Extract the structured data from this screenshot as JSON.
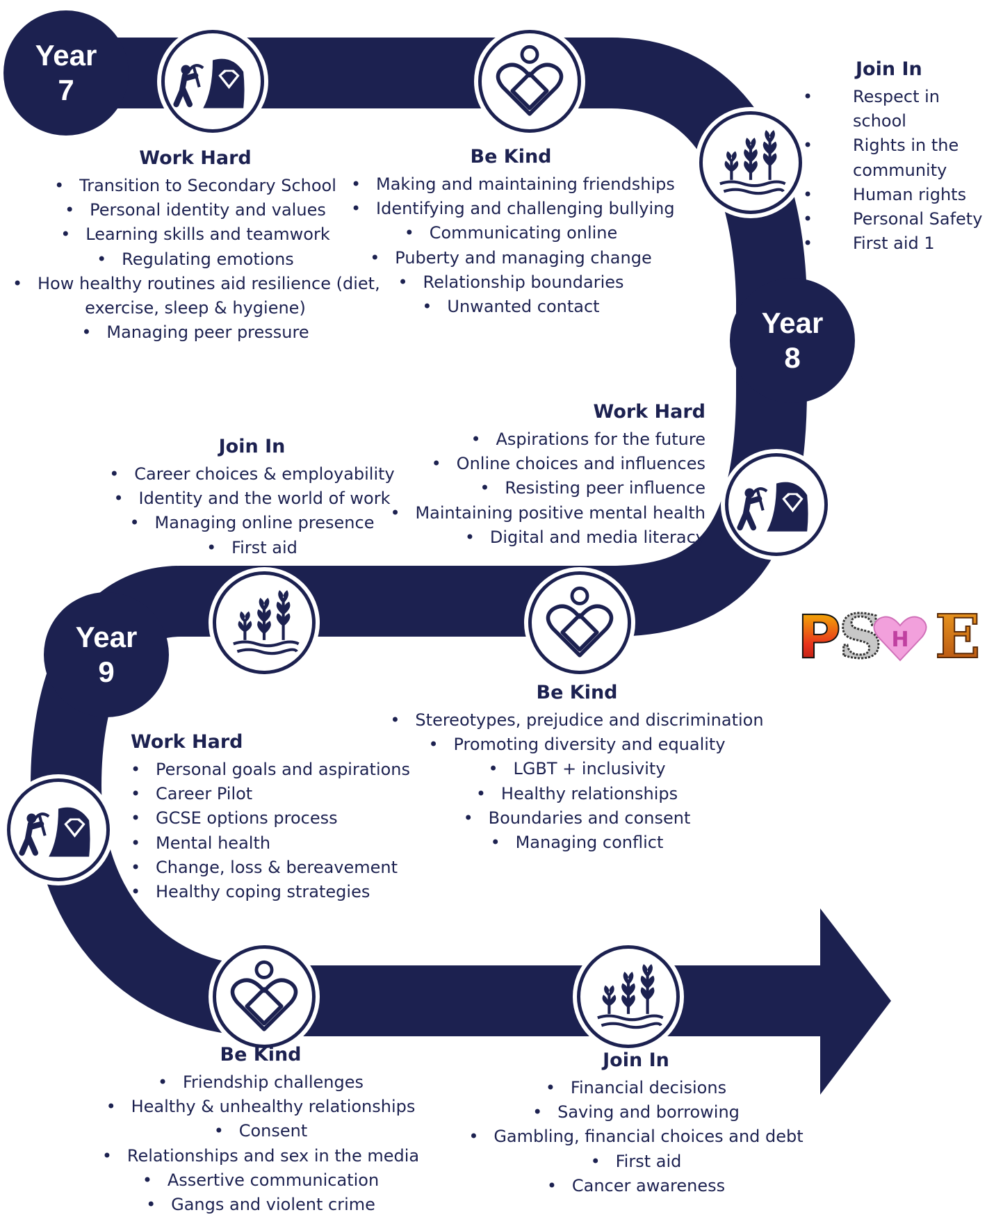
{
  "colors": {
    "road": "#1c2150",
    "text": "#1c2150",
    "background": "#ffffff"
  },
  "icons": {
    "work_hard": "miner-diamond-icon",
    "be_kind": "heart-person-icon",
    "join_in": "plants-growing-icon"
  },
  "years": [
    {
      "label": "Year",
      "number": "7"
    },
    {
      "label": "Year",
      "number": "8"
    },
    {
      "label": "Year",
      "number": "9"
    }
  ],
  "y7": {
    "work_hard": {
      "title": "Work Hard",
      "items": [
        "Transition to Secondary School",
        "Personal identity and values",
        "Learning skills and teamwork",
        "Regulating emotions",
        "How healthy routines aid resilience (diet,",
        "Managing peer pressure"
      ],
      "continuation": "exercise, sleep & hygiene)"
    },
    "be_kind": {
      "title": "Be Kind",
      "items": [
        "Making and maintaining friendships",
        "Identifying and challenging bullying",
        "Communicating online",
        "Puberty and managing change",
        "Relationship boundaries",
        "Unwanted contact"
      ]
    },
    "join_in": {
      "title": "Join In",
      "items": [
        "Respect in school",
        "Rights in the community",
        "Human rights",
        "Personal Safety",
        "First aid 1"
      ]
    }
  },
  "y8": {
    "work_hard": {
      "title": "Work Hard",
      "items": [
        "Aspirations for the future",
        "Online choices and influences",
        "Resisting peer influence",
        "Maintaining positive mental health",
        "Digital and media literacy"
      ]
    },
    "join_in": {
      "title": "Join In",
      "items": [
        "Career choices & employability",
        "Identity and the world of work",
        "Managing online presence",
        "First aid"
      ]
    },
    "be_kind": {
      "title": "Be Kind",
      "items": [
        "Stereotypes, prejudice and discrimination",
        "Promoting diversity and equality",
        "LGBT + inclusivity",
        "Healthy relationships",
        "Boundaries and consent",
        "Managing conflict"
      ]
    }
  },
  "y9": {
    "work_hard": {
      "title": "Work Hard",
      "items": [
        "Personal goals and aspirations",
        "Career Pilot",
        "GCSE options process",
        "Mental health",
        "Change, loss & bereavement",
        "Healthy coping strategies"
      ]
    },
    "be_kind": {
      "title": "Be Kind",
      "items": [
        "Friendship challenges",
        "Healthy & unhealthy relationships",
        "Consent",
        "Relationships and sex in the media",
        "Assertive communication",
        "Gangs and violent crime"
      ]
    },
    "join_in": {
      "title": "Join In",
      "items": [
        "Financial decisions",
        "Saving and borrowing",
        "Gambling, financial choices and debt",
        "First aid",
        "Cancer awareness"
      ]
    }
  },
  "logo": {
    "letters": [
      "P",
      "S",
      "H",
      "E"
    ]
  }
}
